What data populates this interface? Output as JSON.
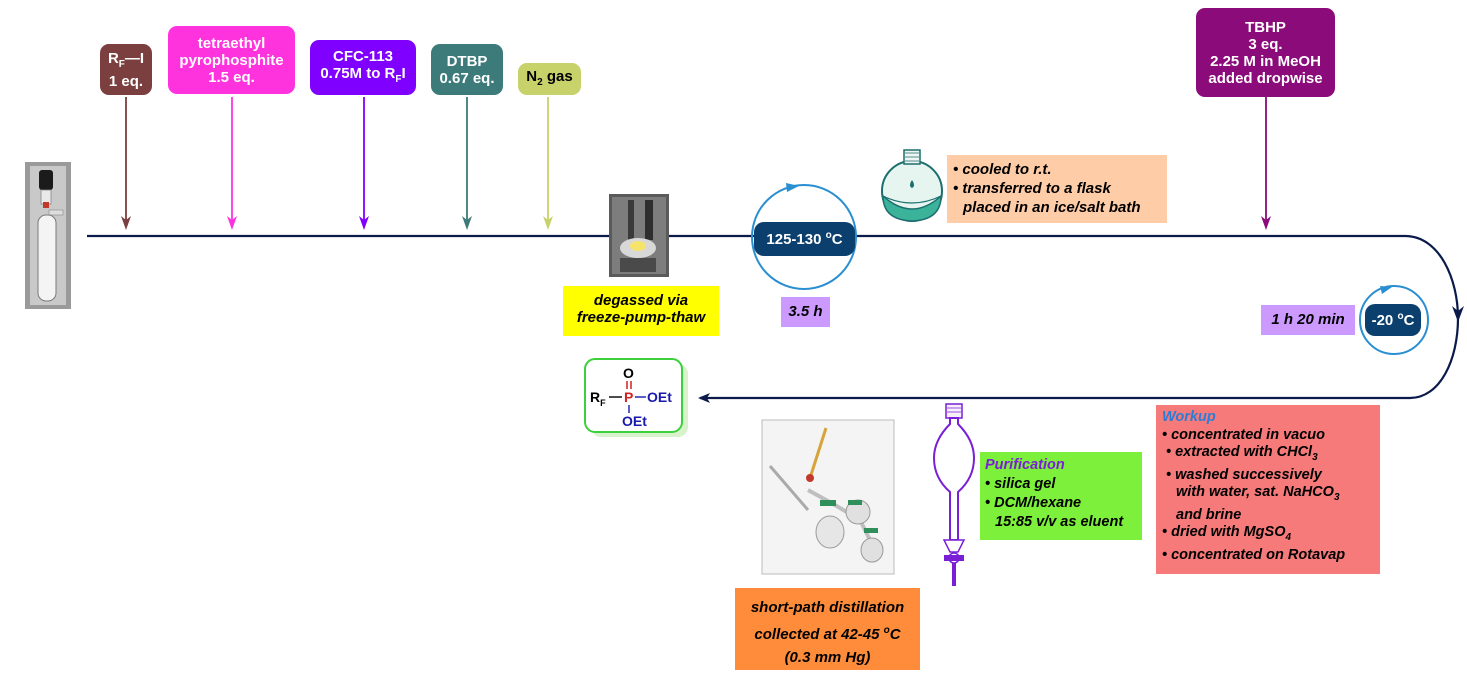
{
  "reagents": [
    {
      "id": "rfi",
      "main": "R",
      "sub": "F",
      "tail": "—I",
      "line2": "1 eq.",
      "color": "#7b3f3f"
    },
    {
      "id": "tepp",
      "line1": "tetraethyl",
      "line2": "pyrophosphite",
      "line3": "1.5 eq.",
      "color": "#ff33dd"
    },
    {
      "id": "cfc",
      "line1": "CFC-113",
      "line2_main": "0.75M to R",
      "line2_sub": "F",
      "line2_tail": "I",
      "color": "#8000ff"
    },
    {
      "id": "dtbp",
      "line1": "DTBP",
      "line2": "0.67 eq.",
      "color": "#3d7a7a"
    },
    {
      "id": "n2",
      "main": "N",
      "sub": "2",
      "tail": " gas",
      "color": "#c8d26a"
    },
    {
      "id": "tbhp",
      "line1": "TBHP",
      "line2": "3 eq.",
      "line3": "2.25 M in MeOH",
      "line4": "added dropwise",
      "color": "#8b0b7a"
    }
  ],
  "arrow_colors": [
    "#7b3f3f",
    "#ff33dd",
    "#8000ff",
    "#3d7a7a",
    "#c8d26a",
    "#8b0b7a"
  ],
  "degas": {
    "line1": "degassed via",
    "line2": "freeze-pump-thaw",
    "color": "#ffff00"
  },
  "heat": {
    "temp_main": "125-130 ",
    "temp_sup": "o",
    "temp_tail": "C",
    "time": "3.5 h",
    "time_color": "#cc99ff"
  },
  "cool_note": {
    "line1": "• cooled to r.t.",
    "line2": "• transferred to a flask",
    "line3": "placed in an ice/salt bath",
    "color": "#ffcca8"
  },
  "cold": {
    "temp_main": "-20 ",
    "temp_sup": "o",
    "temp_tail": "C",
    "time": "1 h 20 min"
  },
  "workup": {
    "title": "Workup",
    "items": [
      "• concentrated in vacuo",
      "• extracted with CHCl",
      "• washed successively",
      "with water, sat. NaHCO",
      "and brine",
      "• dried with MgSO",
      "• concentrated on Rotavap"
    ],
    "subs": [
      "",
      "3",
      "",
      "3",
      "",
      "4",
      ""
    ],
    "color": "#f77a7a",
    "title_color": "#2c7cd6"
  },
  "purification": {
    "title": "Purification",
    "items": [
      "• silica gel",
      "• DCM/hexane",
      "15:85 v/v as eluent"
    ],
    "color": "#7cf03a",
    "title_color": "#7a1fd6"
  },
  "distillation": {
    "line1": "short-path distillation",
    "line2_main": "collected at 42-45 ",
    "line2_sup": "o",
    "line2_tail": "C",
    "line3": "(0.3 mm Hg)",
    "color": "#ff8c3a"
  },
  "product": {
    "O": "O",
    "P": "P",
    "R": "R",
    "Rsub": "F",
    "OEt1": "OEt",
    "OEt2": "OEt"
  },
  "colors": {
    "main_line": "#0a1a4a",
    "circle": "#2a8fd0",
    "temp_box": "#0a3f6e"
  }
}
